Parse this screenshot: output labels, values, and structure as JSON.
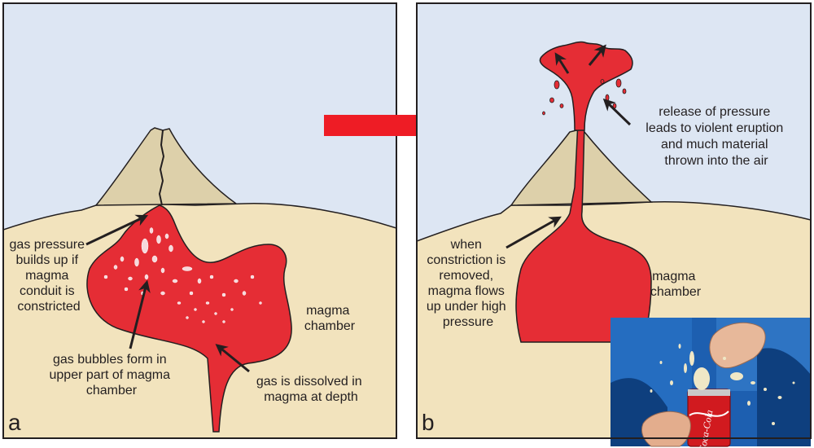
{
  "panel_a": {
    "letter": "a",
    "labels": {
      "gas_pressure": [
        "gas pressure",
        "builds up if",
        "magma",
        "conduit is",
        "constricted"
      ],
      "bubbles": [
        "gas bubbles form in",
        "upper part of magma",
        "chamber"
      ],
      "chamber": [
        "magma",
        "chamber"
      ],
      "dissolved": [
        "gas is dissolved in",
        "magma at depth"
      ]
    }
  },
  "panel_b": {
    "letter": "b",
    "labels": {
      "eruption": [
        "release of pressure",
        "leads to violent eruption",
        "and much material",
        "thrown into the air"
      ],
      "constriction": [
        "when",
        "constriction is",
        "removed,",
        "magma flows",
        "up under high",
        "pressure"
      ],
      "chamber": [
        "magma",
        "chamber"
      ]
    }
  },
  "photo": {
    "can_text": "Coca-Cola"
  },
  "colors": {
    "sky": "#dde6f3",
    "ground": "#f2e3bd",
    "volcano": "#ddd0aa",
    "magma": "#e52d35",
    "outline": "#231f20",
    "big_arrow": "#ee1c25"
  }
}
